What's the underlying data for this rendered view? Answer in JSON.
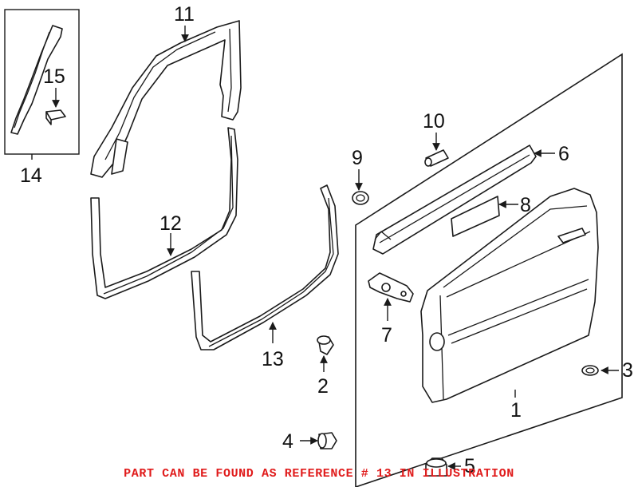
{
  "callouts": {
    "c1": "1",
    "c2": "2",
    "c3": "3",
    "c4": "4",
    "c5": "5",
    "c6": "6",
    "c7": "7",
    "c8": "8",
    "c9": "9",
    "c10": "10",
    "c11": "11",
    "c12": "12",
    "c13": "13",
    "c14": "14",
    "c15": "15"
  },
  "caption": {
    "text": "PART CAN BE FOUND AS REFERENCE # 13 IN ILLUSTRATION",
    "color": "#e01b1b"
  },
  "colors": {
    "line": "#1a1a1a",
    "background": "#ffffff"
  }
}
